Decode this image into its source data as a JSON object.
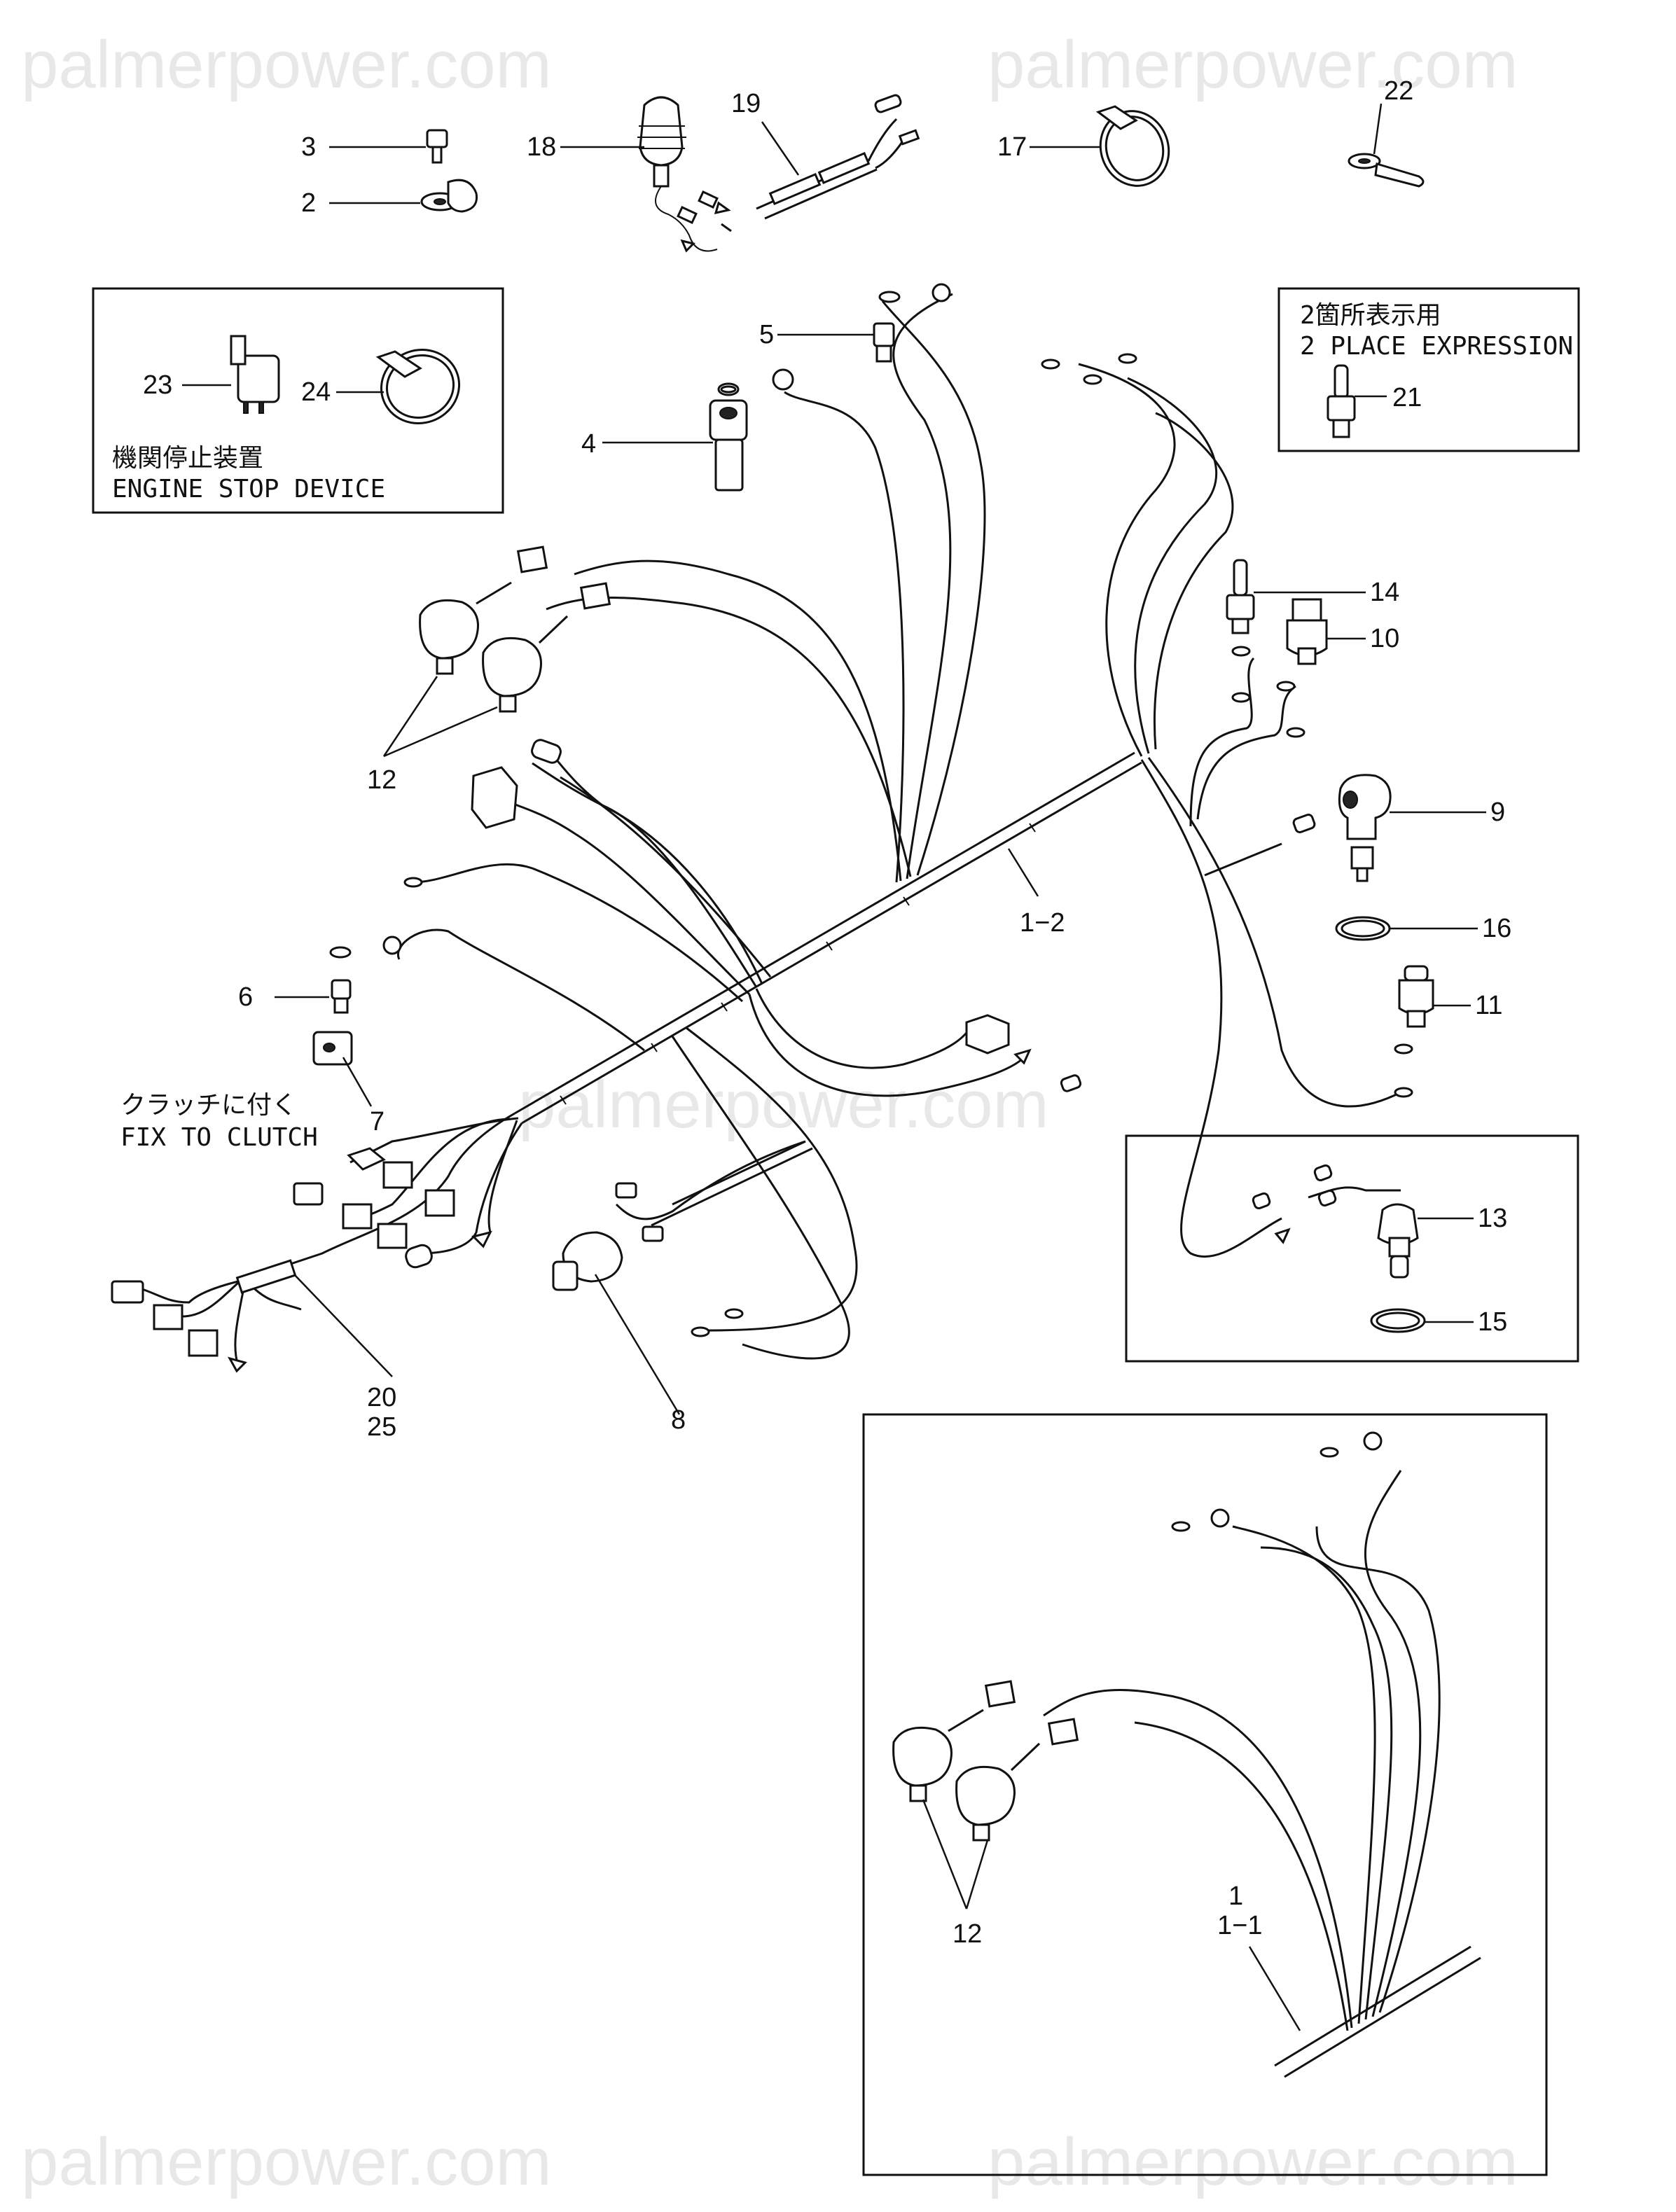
{
  "watermark": "palmerpower.com",
  "labels": {
    "p1": "1",
    "p1_1": "1−1",
    "p1_2": "1−2",
    "p2": "2",
    "p3": "3",
    "p4": "4",
    "p5": "5",
    "p6": "6",
    "p7": "7",
    "p8": "8",
    "p9": "9",
    "p10": "10",
    "p11": "11",
    "p12a": "12",
    "p12b": "12",
    "p13": "13",
    "p14": "14",
    "p15": "15",
    "p16": "16",
    "p17": "17",
    "p18": "18",
    "p19": "19",
    "p20": "20",
    "p21": "21",
    "p22": "22",
    "p23": "23",
    "p24": "24",
    "p25": "25"
  },
  "notes": {
    "engine_stop_jp": "機関停止装置",
    "engine_stop_en": "ENGINE STOP DEVICE",
    "two_place_jp": "2箇所表示用",
    "two_place_en": "2 PLACE EXPRESSION",
    "clutch_jp": "クラッチに付く",
    "clutch_en": "FIX TO CLUTCH"
  }
}
